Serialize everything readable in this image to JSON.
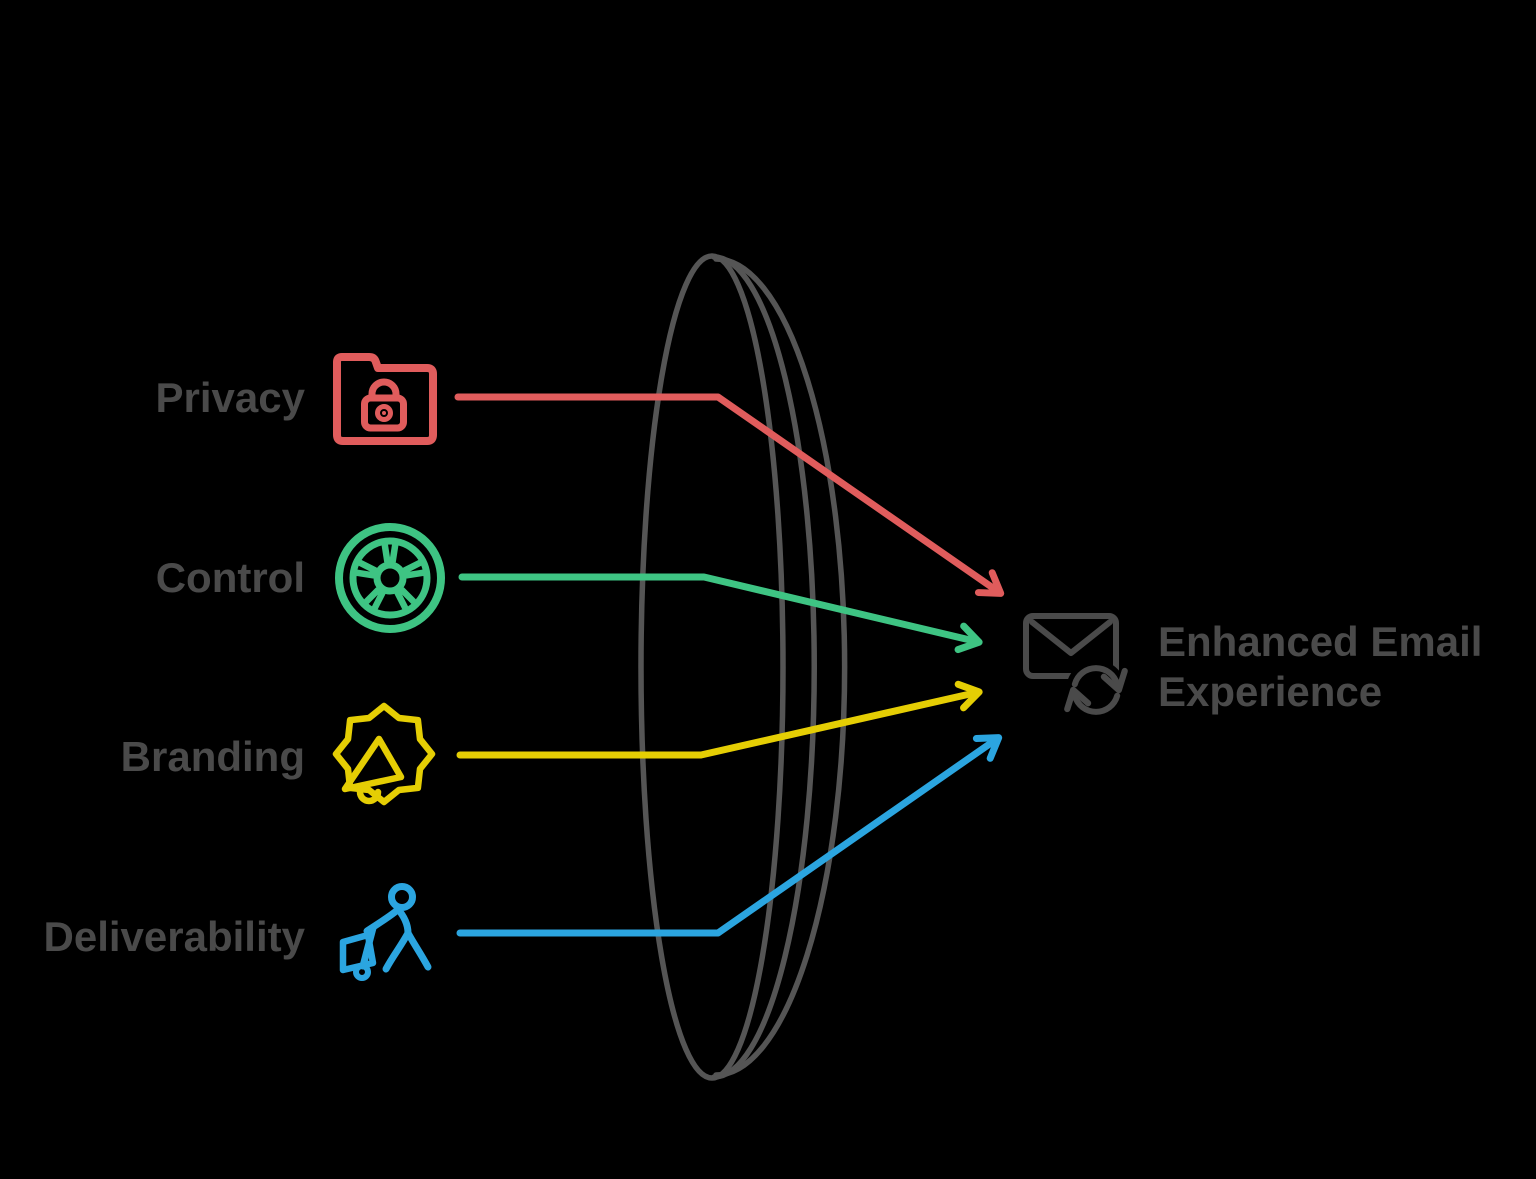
{
  "colors": {
    "background": "#000000",
    "neutral": "#555555",
    "text": "#4A4A4A",
    "privacy": "#E05C5C",
    "control": "#3EC483",
    "branding": "#E5CE04",
    "deliverability": "#2BA5E0"
  },
  "diagram": {
    "inputs": [
      {
        "id": "privacy",
        "label": "Privacy",
        "icon": "folder-lock-icon"
      },
      {
        "id": "control",
        "label": "Control",
        "icon": "wheel-icon"
      },
      {
        "id": "branding",
        "label": "Branding",
        "icon": "megaphone-badge-icon"
      },
      {
        "id": "deliverability",
        "label": "Deliverability",
        "icon": "delivery-person-icon"
      }
    ],
    "lens": {
      "shape": "lens-disc",
      "color": "#555555"
    },
    "output": {
      "label": "Enhanced Email Experience",
      "icon": "email-sync-icon"
    }
  }
}
